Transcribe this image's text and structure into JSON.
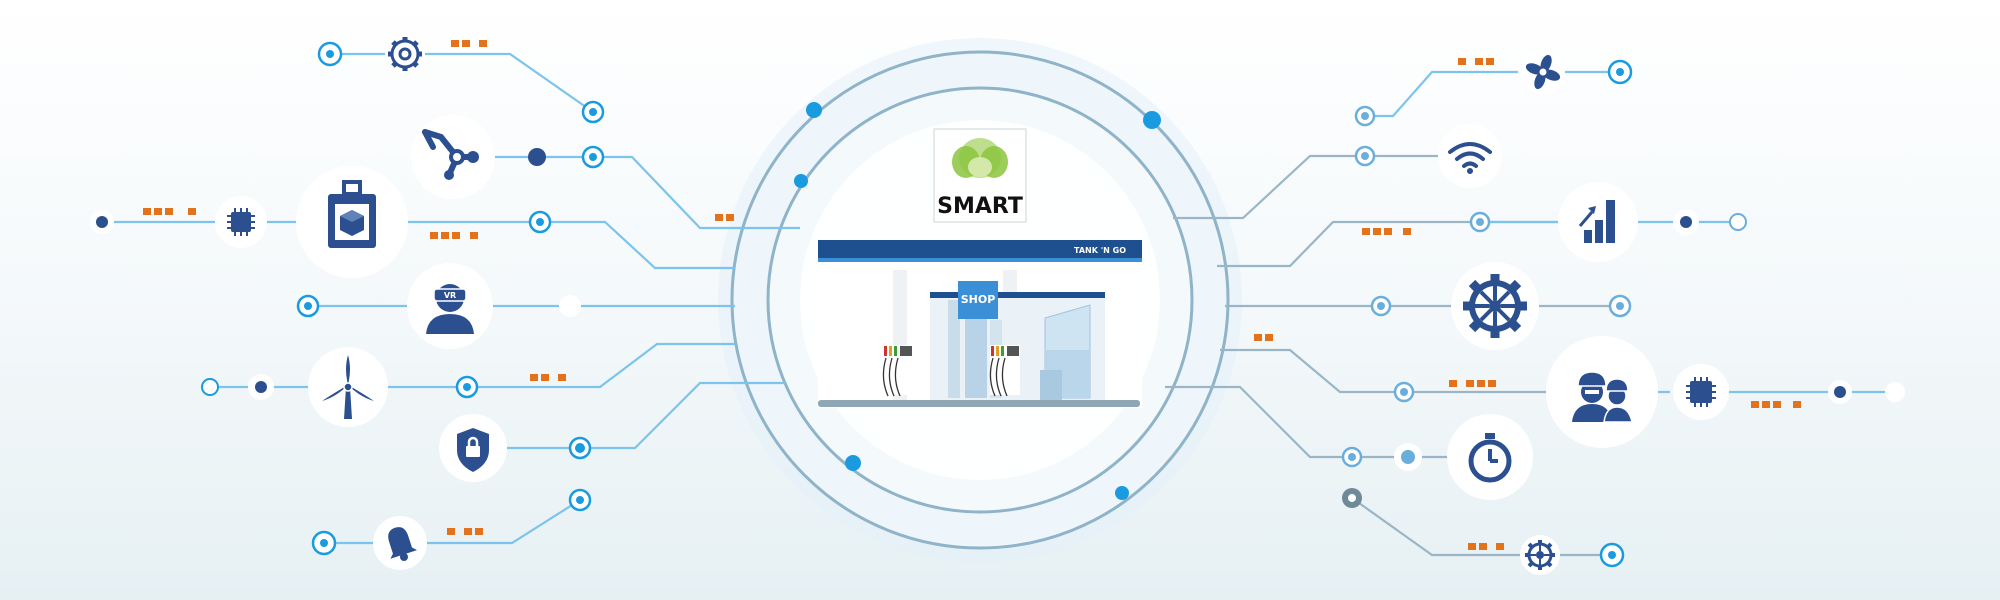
{
  "logo": {
    "text": "SMART"
  },
  "station": {
    "banner_text": "TANK 'N GO",
    "shop_sign": "SHOP"
  },
  "colors": {
    "line": "#7cc4ec",
    "line_gray": "#9ab6c6",
    "node": "#1a9be0",
    "dark_node": "#2c4f8f",
    "icon": "#2c4f8f",
    "orange": "#e2731c",
    "logo_green": "#8cc63f",
    "banner_blue": "#1e4f8f"
  },
  "icons_left": [
    "gear-icon",
    "robot-arm-icon",
    "3d-printer-icon",
    "chip-icon",
    "vr-headset-user-icon",
    "wind-turbine-icon",
    "security-shield-lock-icon",
    "bell-icon"
  ],
  "icons_right": [
    "fan-icon",
    "wifi-icon",
    "growth-chart-icon",
    "settings-gear-icon",
    "workers-helmet-icon",
    "chip-icon",
    "stopwatch-icon",
    "gear-small-icon"
  ]
}
